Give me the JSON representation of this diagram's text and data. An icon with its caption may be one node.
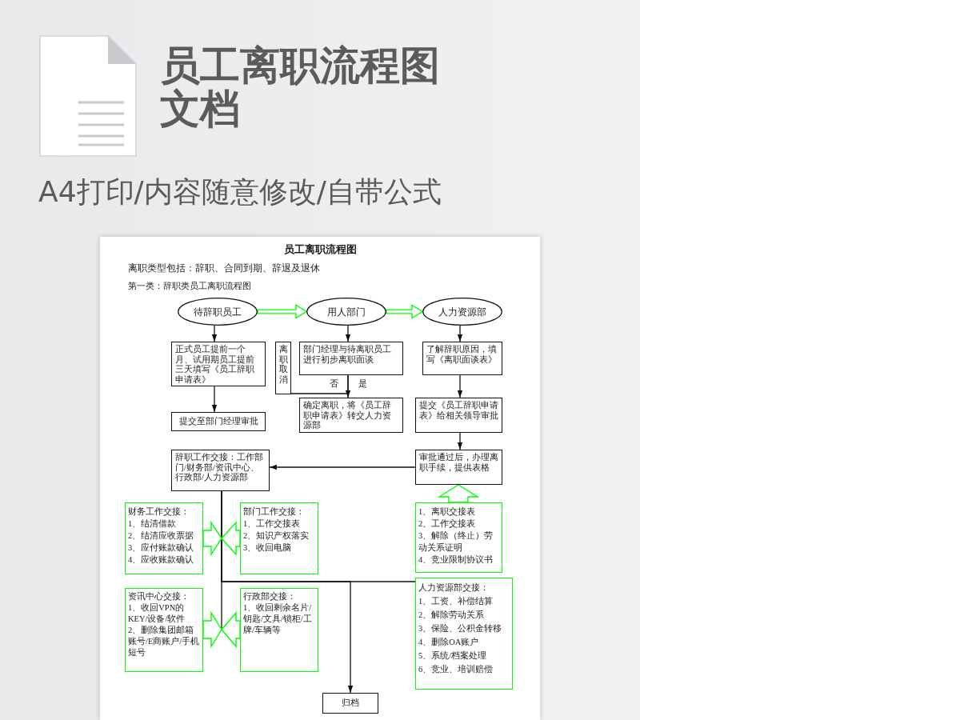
{
  "diagram": {
    "title": "员工离职流程图文档",
    "nodes": [
      {
        "text": [
          "待辞职员工"
        ]
      },
      {
        "text": [
          "用人部门"
        ]
      },
      {
        "text": [
          "人力资源部"
        ]
      },
      {
        "text": [
          "正式员工提前一个月、试用期员工提前三天填写《员工辞职申请表》"
        ]
      },
      {
        "text": [
          "离职取消"
        ]
      },
      {
        "text": [
          "部门经理与待离职员工进行初步离职面谈"
        ]
      },
      {
        "text": [
          "了解辞职原因，填写《离职面谈表》"
        ]
      },
      {
        "text": [
          "提交至部门经理审批"
        ]
      },
      {
        "text": [
          "确定离职，将《员工辞职申请表》转交人力资源部"
        ]
      },
      {
        "text": [
          "提交《员工辞职申请表》给相关领导审批"
        ]
      },
      {
        "text": [
          "辞职工作交接：工作部门/财务部/资讯中心、行政部/人力资源部"
        ]
      },
      {
        "text": [
          "审批通过后，办理离职手续，提供表格"
        ]
      },
      {
        "text": [
          "财务工作交接：",
          "1、结清借款",
          "2、结清应收票据",
          "3、应付账款确认",
          "4、应收账款确认"
        ]
      },
      {
        "text": [
          "部门工作交接：",
          "1、工作交接表",
          "2、知识产权落实",
          "3、收回电脑"
        ]
      },
      {
        "text": [
          "1、离职交接表",
          "2、工作交接表",
          "3、解除（终止）劳动关系证明",
          "4、竞业限制协议书"
        ]
      },
      {
        "text": [
          "资讯中心交接：",
          "1、收回VPN的KEY/设备/软件",
          "2、删除集团邮箱账号/E商账户/手机短号"
        ]
      },
      {
        "text": [
          "行政部交接：",
          "1、收回剩余名片/钥匙/文具/锁柜/工牌/车辆等"
        ]
      },
      {
        "text": [
          "人力资源部交接：",
          "1、工资、补偿结算",
          "2、解除劳动关系",
          "3、保险、公积金转移",
          "4、删除OA账户",
          "5、系统/档案处理",
          "6、竞业、培训赔偿"
        ]
      },
      {
        "text": [
          "归档"
        ]
      }
    ],
    "edges": [
      {
        "from": 0,
        "to": 1,
        "arrow": "to",
        "style": "thick",
        "color": "#00ff00"
      },
      {
        "from": 1,
        "to": 2,
        "arrow": "to",
        "style": "thick",
        "color": "#00ff00"
      },
      {
        "from": 0,
        "to": 3,
        "arrow": "to"
      },
      {
        "from": 1,
        "to": 5,
        "arrow": "to"
      },
      {
        "from": 2,
        "to": 6,
        "arrow": "to"
      },
      {
        "from": 3,
        "to": 7,
        "arrow": "to"
      },
      {
        "from": 5,
        "to": 4,
        "arrow": "none",
        "label": "否"
      },
      {
        "from": 5,
        "to": 8,
        "arrow": "to",
        "label": "是"
      },
      {
        "from": 6,
        "to": 9,
        "arrow": "to"
      },
      {
        "from": 9,
        "to": 11,
        "arrow": "to"
      },
      {
        "from": 11,
        "to": 10,
        "arrow": "to"
      },
      {
        "from": 14,
        "to": 11,
        "arrow": "to",
        "style": "thick",
        "color": "#00ff00"
      },
      {
        "from": 10,
        "to": 17,
        "arrow": "none"
      },
      {
        "from": 10,
        "to": 18,
        "arrow": "to"
      },
      {
        "from": 10,
        "to": null,
        "arrow": "none"
      },
      {
        "from": 12,
        "to": null,
        "arrow": "to",
        "style": "thick",
        "color": "#00ff00"
      },
      {
        "from": 13,
        "to": null,
        "arrow": "to",
        "style": "thick",
        "color": "#00ff00"
      },
      {
        "from": 15,
        "to": null,
        "arrow": "to",
        "style": "thick",
        "color": "#00ff00"
      },
      {
        "from": 16,
        "to": null,
        "arrow": "to",
        "style": "thick",
        "color": "#00ff00"
      }
    ],
    "labels": [
      "A4打印/内容随意修改/自带公式",
      "员工离职流程图",
      "离职类型包括：辞职、合同到期、辞退及退休",
      "第一类：辞职类员工离职流程图"
    ]
  }
}
